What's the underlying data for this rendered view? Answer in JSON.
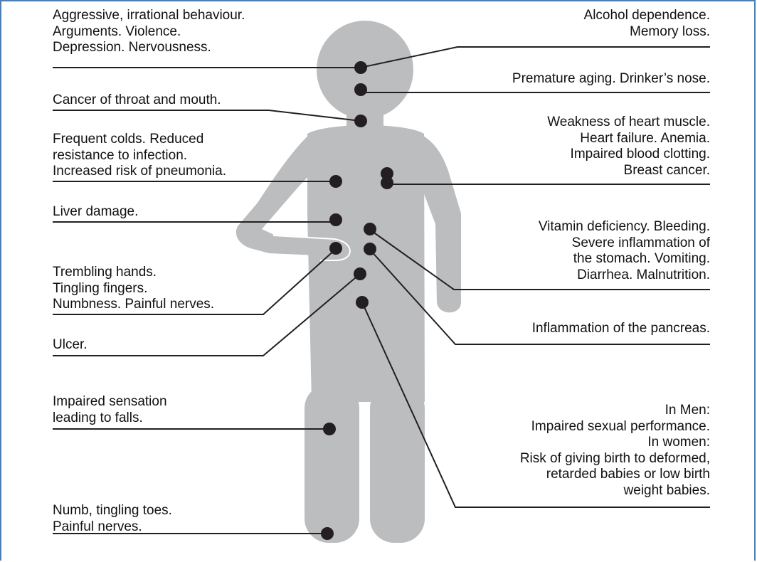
{
  "colors": {
    "figure": "#bcbdbf",
    "dot": "#231f20",
    "line": "#231f20",
    "border": "#4f7fb0",
    "arm_outline": "#ffffff"
  },
  "effects": {
    "brain": [
      "Aggressive, irrational behaviour.",
      "Arguments. Violence.",
      "Depression. Nervousness."
    ],
    "dependence": [
      "Alcohol dependence.",
      "Memory loss."
    ],
    "aging": [
      "Premature aging. Drinker’s nose."
    ],
    "throat": [
      "Cancer of throat and mouth."
    ],
    "heart": [
      "Weakness of heart muscle.",
      "Heart failure. Anemia.",
      "Impaired blood clotting.",
      "Breast cancer."
    ],
    "lungs": [
      "Frequent colds. Reduced",
      "resistance to infection.",
      "Increased risk of pneumonia."
    ],
    "liver": [
      "Liver damage."
    ],
    "stomach": [
      "Vitamin deficiency. Bleeding.",
      "Severe inflammation of",
      "the stomach. Vomiting.",
      "Diarrhea. Malnutrition."
    ],
    "hands": [
      "Trembling hands.",
      "Tingling fingers.",
      "Numbness. Painful nerves."
    ],
    "pancreas": [
      "Inflammation of the pancreas."
    ],
    "ulcer": [
      "Ulcer."
    ],
    "reproductive": [
      "In Men:",
      "Impaired sexual performance.",
      "In women:",
      "Risk of giving birth to deformed,",
      "retarded babies or low birth",
      "weight babies."
    ],
    "legs": [
      "Impaired sensation",
      "leading to falls."
    ],
    "toes": [
      "Numb, tingling toes.",
      "Painful nerves."
    ]
  }
}
